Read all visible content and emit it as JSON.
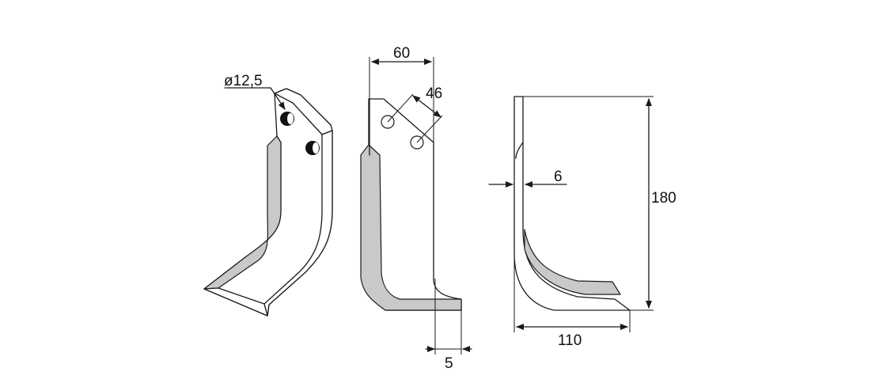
{
  "dimensions": {
    "hole_diameter": "ø12,5",
    "width_top": "60",
    "hole_spacing": "46",
    "thickness": "6",
    "height": "180",
    "foot_width": "110",
    "foot_offset": "5"
  },
  "colors": {
    "line": "#1a1a1a",
    "shade": "#c9c9c9",
    "background": "#ffffff"
  }
}
